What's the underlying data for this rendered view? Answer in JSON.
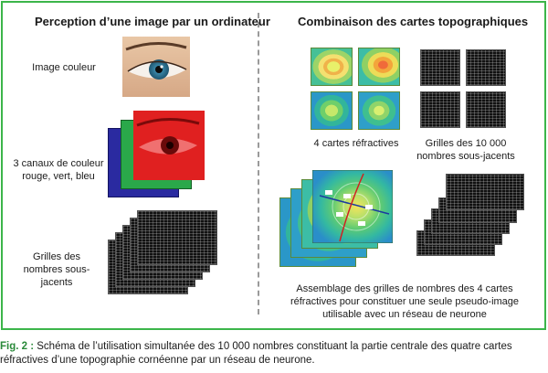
{
  "left_panel": {
    "title": "Perception d’une image par un ordinateur",
    "label_color_image": "Image couleur",
    "label_channels": "3 canaux de couleur rouge, vert, bleu",
    "label_grids": "Grilles des nombres sous-jacents"
  },
  "right_panel": {
    "title": "Combinaison des cartes topographiques",
    "label_maps": "4 cartes réfractives",
    "label_grids": "Grilles des 10 000 nombres sous-jacents",
    "label_assembly": "Assemblage des grilles de nombres des 4 cartes réfractives pour constituer une seule pseudo-image utilisable avec un réseau de neurone"
  },
  "caption": {
    "prefix": "Fig. 2 :",
    "text": "Schéma de l’utilisation simultanée des 10 000 nombres constituant la partie centrale des quatre cartes réfractives d’une topographie cornéenne par un réseau de neurone."
  },
  "colors": {
    "frame": "#3cb54a",
    "caption_prefix": "#2a8a3a",
    "red_channel": "#e02020",
    "green_channel": "#2aa84a",
    "blue_channel": "#2a2aa0"
  }
}
